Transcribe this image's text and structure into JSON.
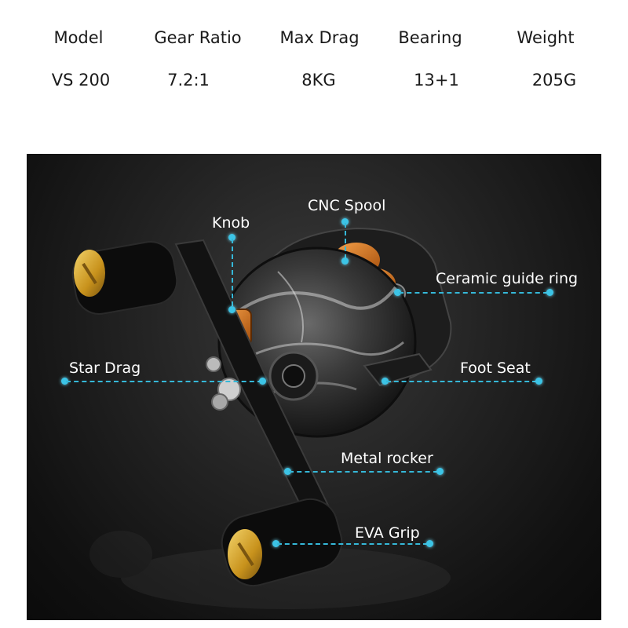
{
  "specs": {
    "headers": [
      "Model",
      "Gear Ratio",
      "Max Drag",
      "Bearing",
      "Weight"
    ],
    "values": [
      "VS 200",
      "7.2:1",
      "8KG",
      "13+1",
      "205G"
    ]
  },
  "callouts": {
    "cnc_spool": "CNC Spool",
    "knob": "Knob",
    "ceramic_guide_ring": "Ceramic guide ring",
    "star_drag": "Star Drag",
    "foot_seat": "Foot Seat",
    "metal_rocker": "Metal rocker",
    "eva_grip": "EVA Grip"
  },
  "colors": {
    "callout_line": "#35b8d8",
    "accent_orange": "#e0751c",
    "knob_gold": "#d4a52a"
  }
}
